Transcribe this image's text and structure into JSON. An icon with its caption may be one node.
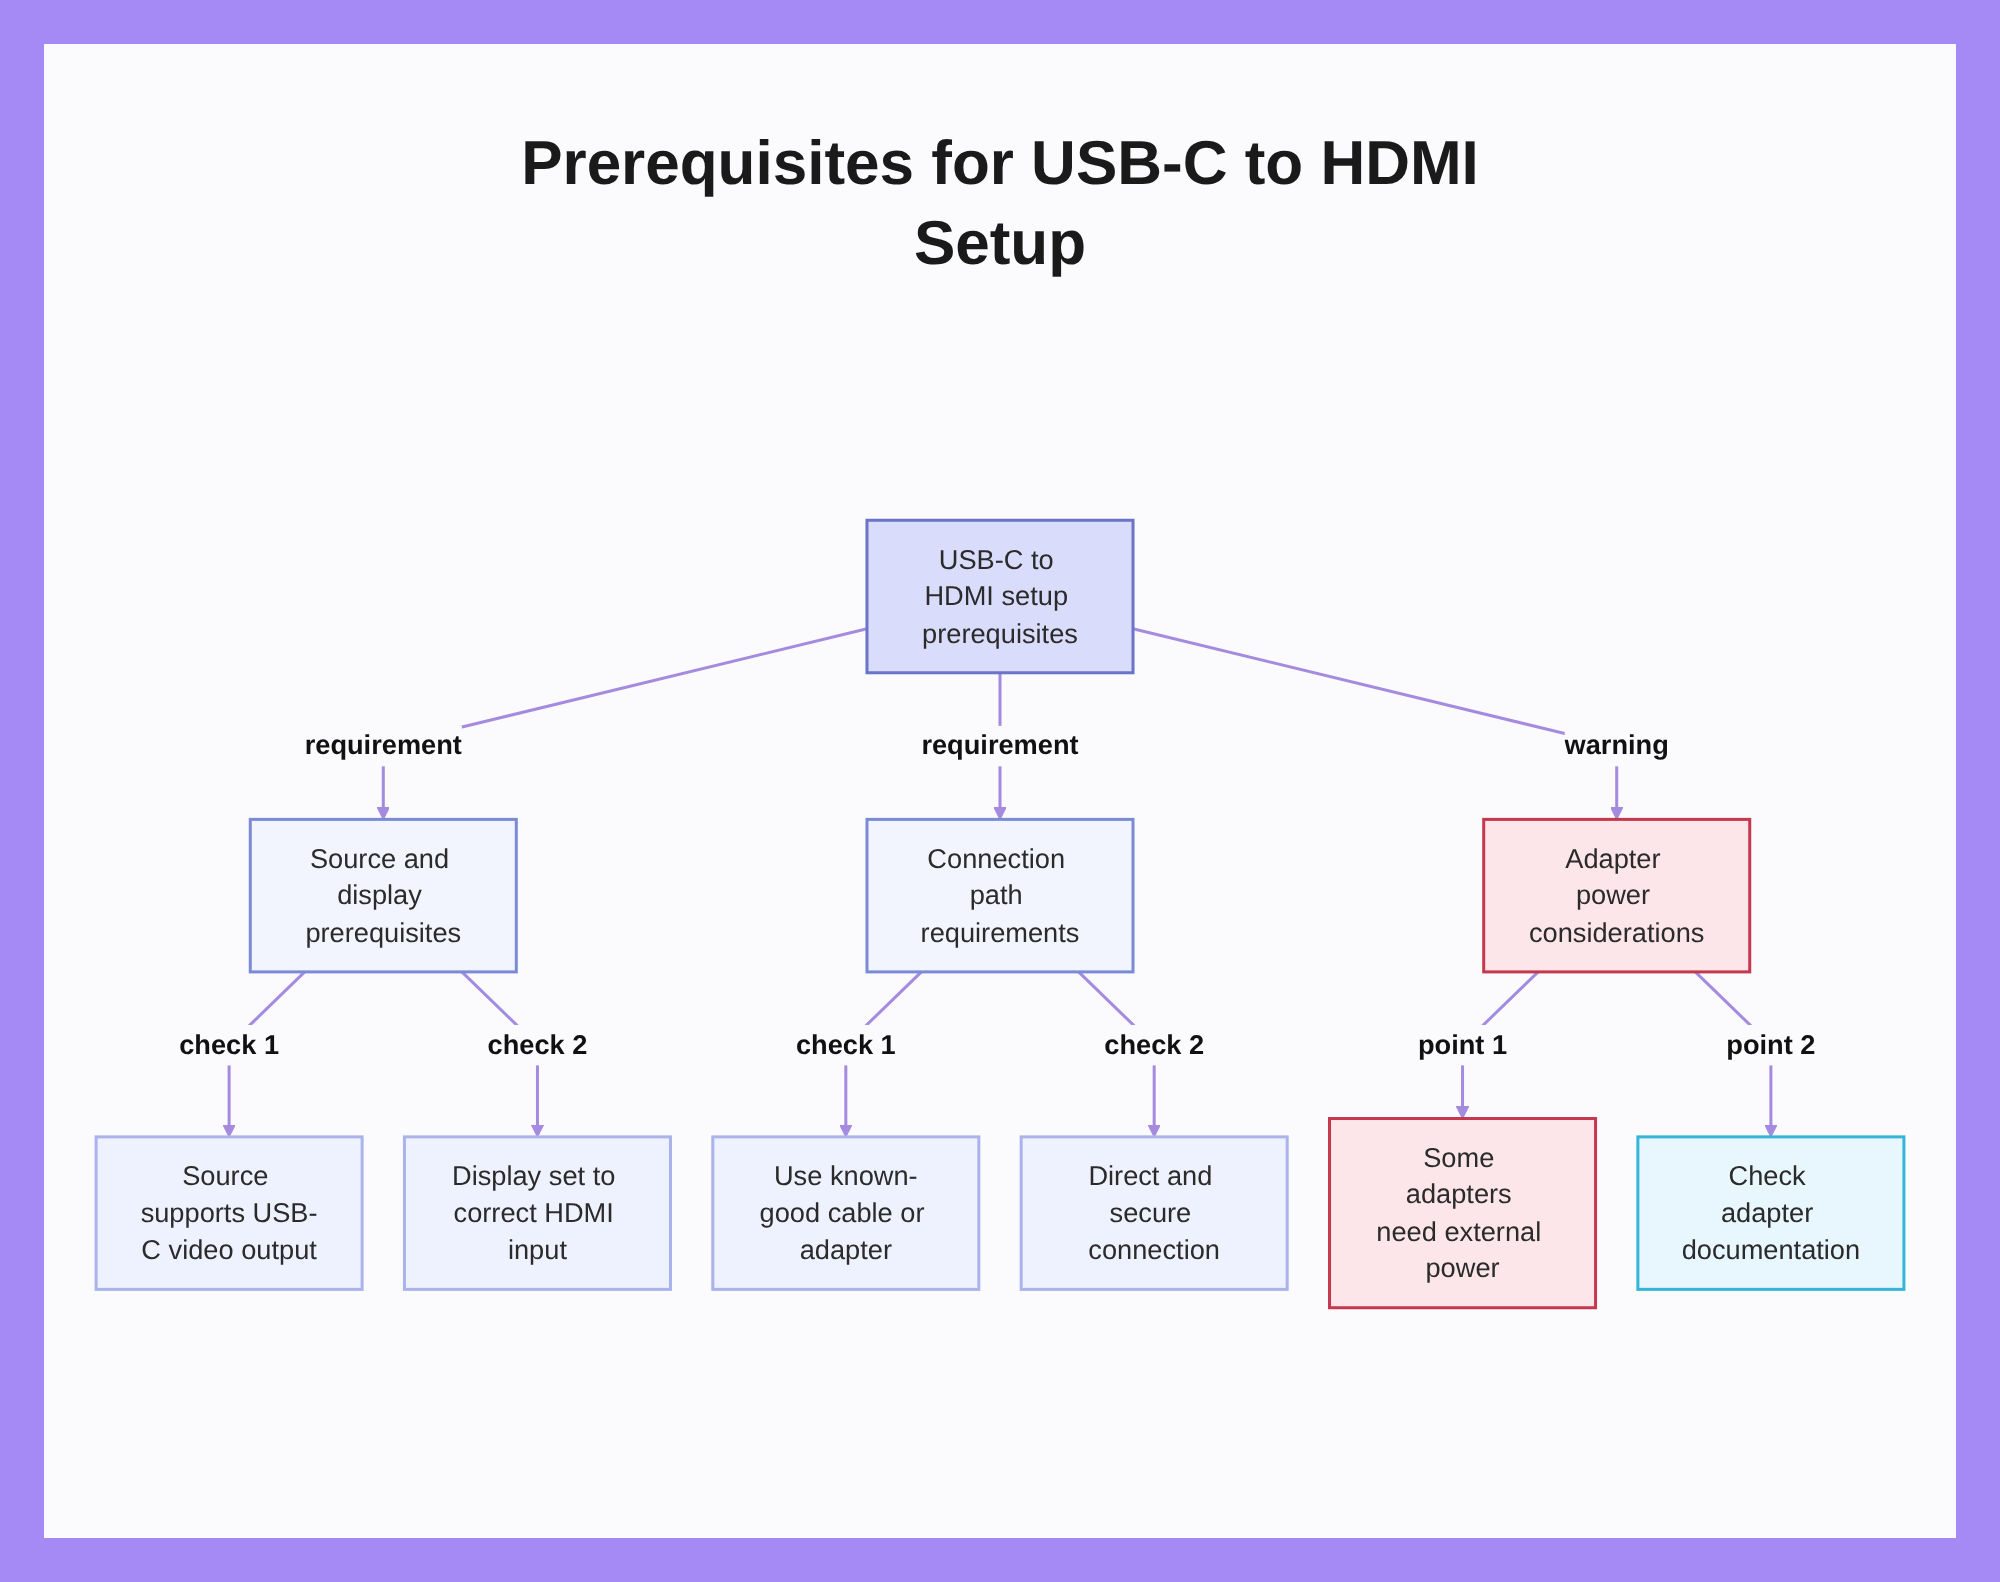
{
  "diagram": {
    "title": "Prerequisites for USB-C to HDMI Setup",
    "nodes": [
      {
        "text": [
          "USB-C to HDMI setup prerequisites"
        ]
      },
      {
        "text": [
          "Source and display prerequisites"
        ]
      },
      {
        "text": [
          "Connection path requirements"
        ]
      },
      {
        "text": [
          "Adapter power considerations"
        ]
      },
      {
        "text": [
          "Source supports USB-C video output"
        ]
      },
      {
        "text": [
          "Display set to correct HDMI input"
        ]
      },
      {
        "text": [
          "Use known-good cable or adapter"
        ]
      },
      {
        "text": [
          "Direct and secure connection"
        ]
      },
      {
        "text": [
          "Some adapters need external power"
        ]
      },
      {
        "text": [
          "Check adapter documentation"
        ]
      }
    ],
    "edges": [
      {
        "from": 0,
        "to": 1,
        "arrow": "to",
        "label": "requirement"
      },
      {
        "from": 0,
        "to": 2,
        "arrow": "to",
        "label": "requirement"
      },
      {
        "from": 0,
        "to": 3,
        "arrow": "to",
        "label": "warning"
      },
      {
        "from": 1,
        "to": 4,
        "arrow": "to",
        "label": "check 1"
      },
      {
        "from": 1,
        "to": 5,
        "arrow": "to",
        "label": "check 2"
      },
      {
        "from": 2,
        "to": 6,
        "arrow": "to",
        "label": "check 1"
      },
      {
        "from": 2,
        "to": 7,
        "arrow": "to",
        "label": "check 2"
      },
      {
        "from": 3,
        "to": 8,
        "arrow": "to",
        "label": "point 1"
      },
      {
        "from": 3,
        "to": 9,
        "arrow": "to",
        "label": "point 2"
      }
    ]
  }
}
